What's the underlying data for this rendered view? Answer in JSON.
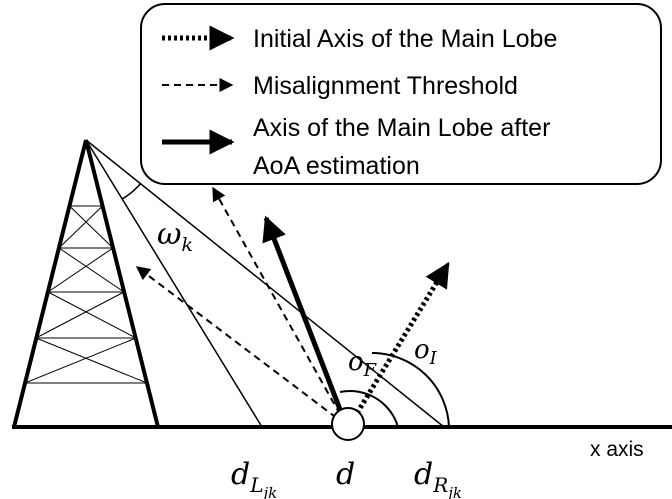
{
  "legend": {
    "items": [
      {
        "label": "Initial Axis of the Main Lobe",
        "style": "dotted-arrow"
      },
      {
        "label": "Misalignment Threshold",
        "style": "dashed-arrow"
      },
      {
        "label_line1": "Axis of the Main Lobe after",
        "label_line2": "AoA estimation",
        "style": "solid-arrow"
      }
    ]
  },
  "labels": {
    "beamwidth": {
      "base": "ω",
      "sub": "k"
    },
    "angle_final": {
      "base": "o",
      "sub": "F"
    },
    "angle_initial": {
      "base": "o",
      "sub": "I"
    },
    "left_bound": {
      "base": "d",
      "sub": "L",
      "subsub": "jk"
    },
    "center": "d",
    "right_bound": {
      "base": "d",
      "sub": "R",
      "subsub": "jk"
    },
    "x_axis": "x axis"
  },
  "colors": {
    "stroke": "#000000",
    "background": "#ffffff"
  }
}
